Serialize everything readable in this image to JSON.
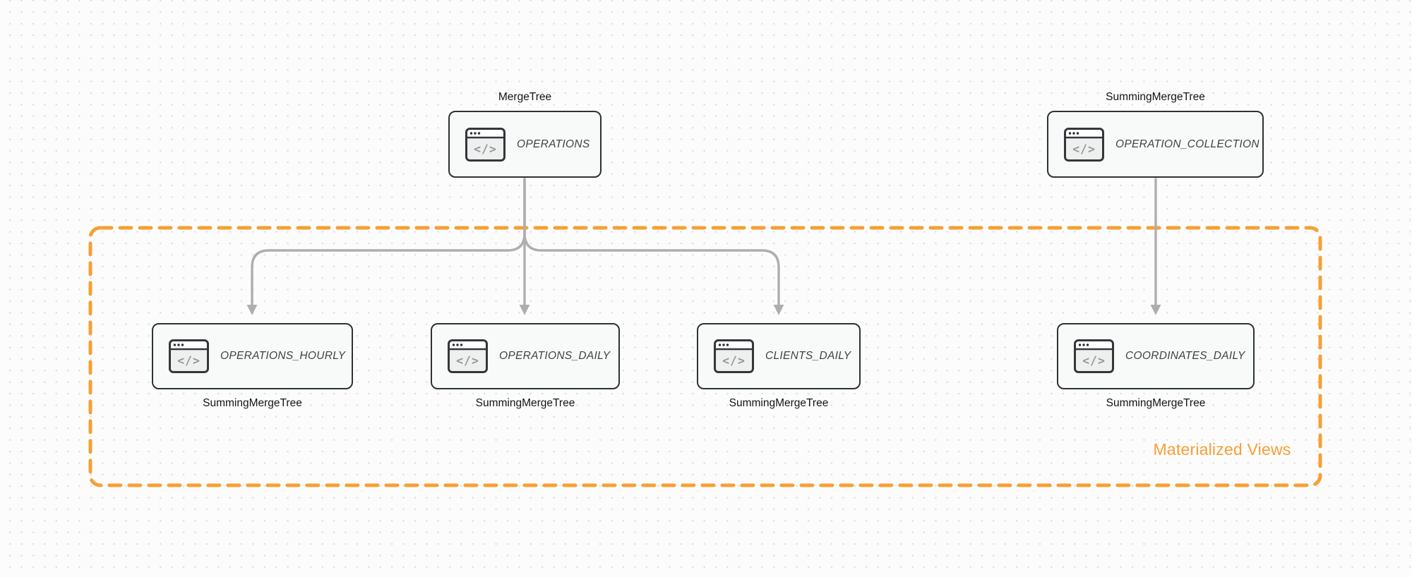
{
  "colors": {
    "accent": "#F79F35",
    "arrow": "#aeaeae",
    "node_border": "#2e3235",
    "node_fill": "#f8f9f9"
  },
  "group": {
    "label": "Materialized Views"
  },
  "icon": {
    "glyph": "</>"
  },
  "nodes": [
    {
      "id": "operations",
      "engine": "MergeTree",
      "label": "OPERATIONS"
    },
    {
      "id": "operation_collection",
      "engine": "SummingMergeTree",
      "label": "OPERATION_COLLECTION"
    },
    {
      "id": "operations_hourly",
      "engine": "SummingMergeTree",
      "label": "OPERATIONS_HOURLY"
    },
    {
      "id": "operations_daily",
      "engine": "SummingMergeTree",
      "label": "OPERATIONS_DAILY"
    },
    {
      "id": "clients_daily",
      "engine": "SummingMergeTree",
      "label": "CLIENTS_DAILY"
    },
    {
      "id": "coordinates_daily",
      "engine": "SummingMergeTree",
      "label": "COORDINATES_DAILY"
    }
  ],
  "edges": [
    {
      "from": "operations",
      "to": "operations_hourly"
    },
    {
      "from": "operations",
      "to": "operations_daily"
    },
    {
      "from": "operations",
      "to": "clients_daily"
    },
    {
      "from": "operation_collection",
      "to": "coordinates_daily"
    }
  ]
}
